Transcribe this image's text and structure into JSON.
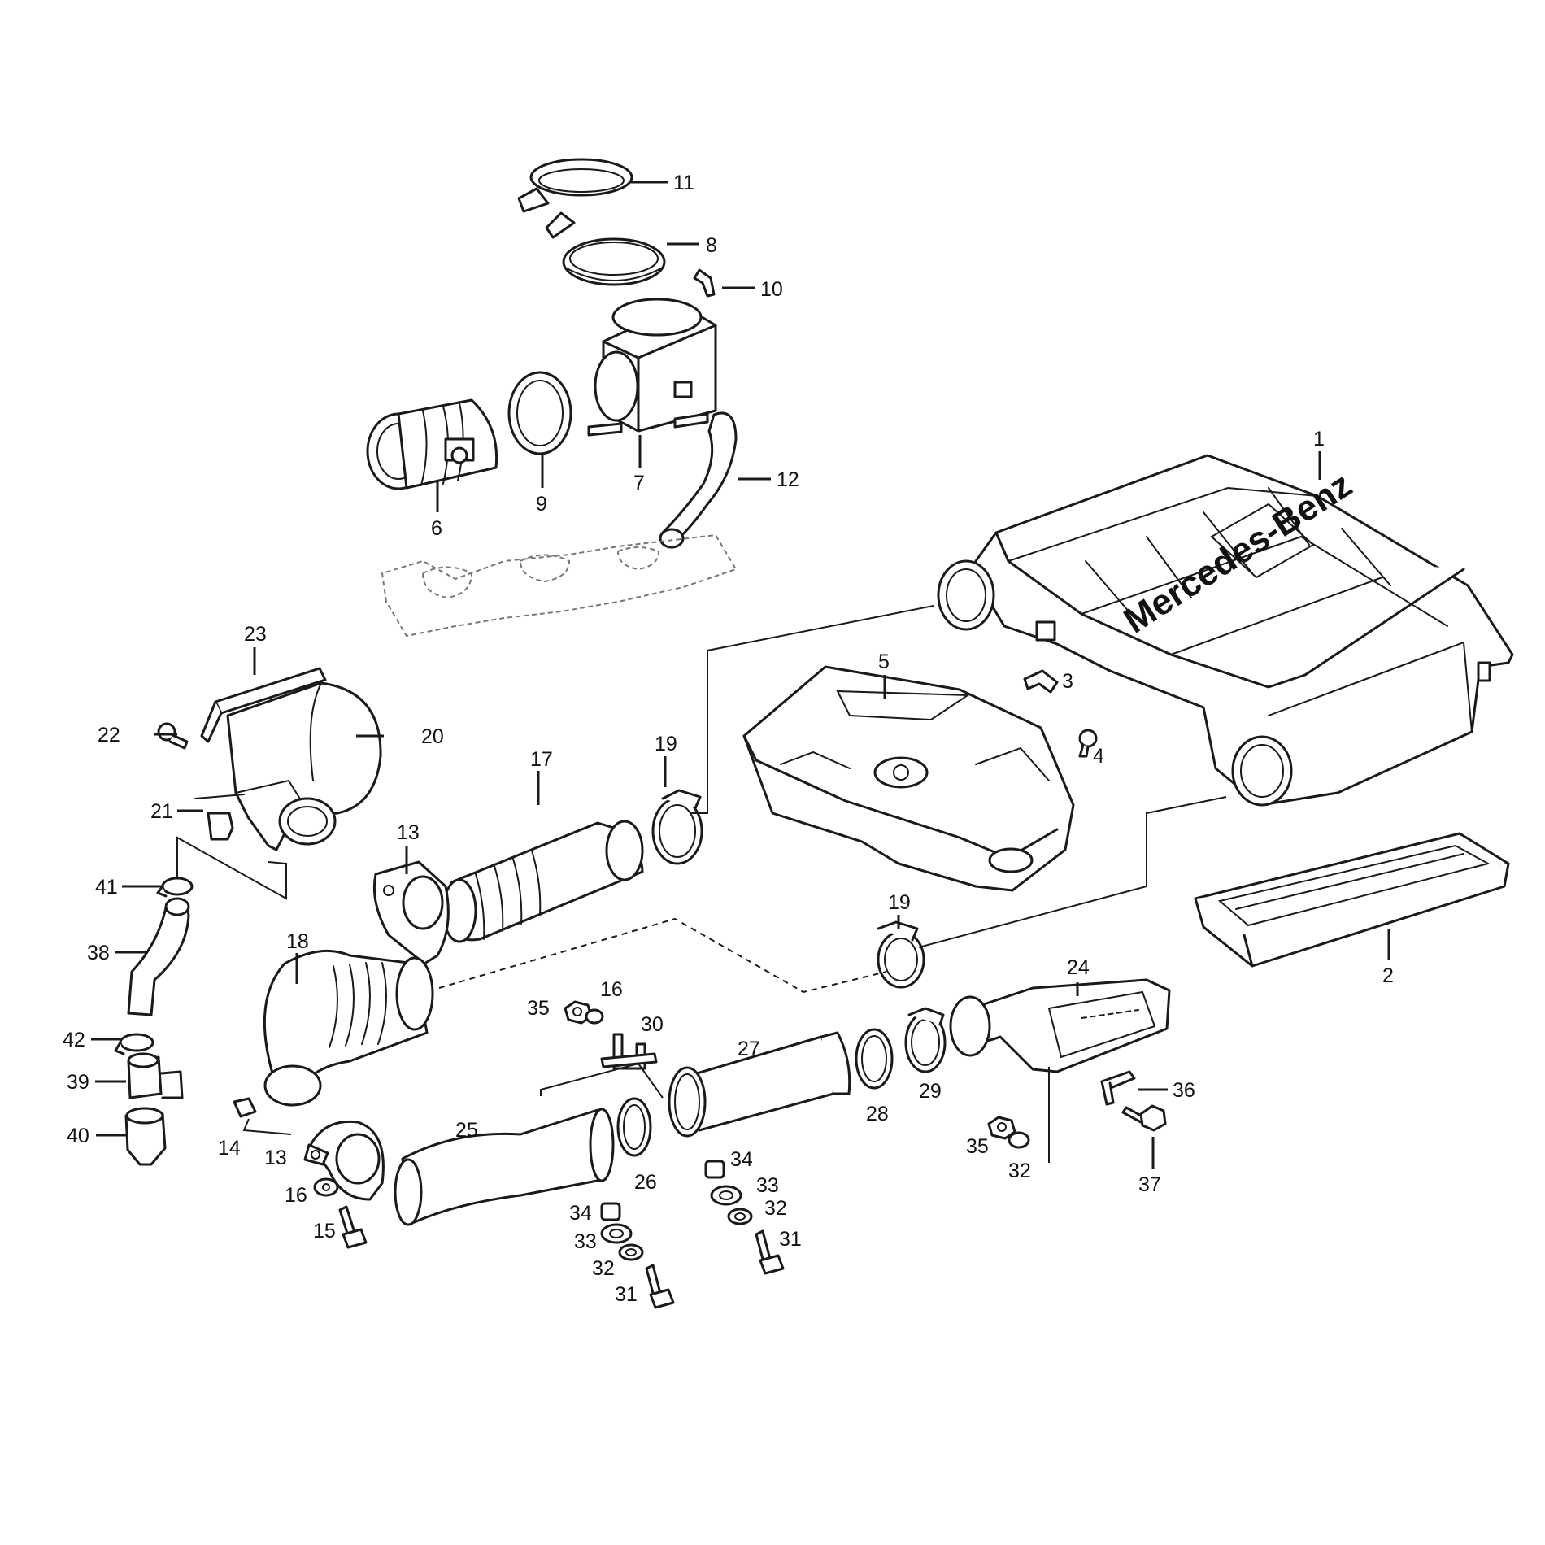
{
  "diagram": {
    "brand_text": "Mercedes-Benz",
    "callouts": [
      {
        "id": "c11",
        "text": "11"
      },
      {
        "id": "c8",
        "text": "8"
      },
      {
        "id": "c10",
        "text": "10"
      },
      {
        "id": "c6",
        "text": "6"
      },
      {
        "id": "c9",
        "text": "9"
      },
      {
        "id": "c7",
        "text": "7"
      },
      {
        "id": "c12",
        "text": "12"
      },
      {
        "id": "c1",
        "text": "1"
      },
      {
        "id": "c5",
        "text": "5"
      },
      {
        "id": "c3",
        "text": "3"
      },
      {
        "id": "c4",
        "text": "4"
      },
      {
        "id": "c23",
        "text": "23"
      },
      {
        "id": "c22",
        "text": "22"
      },
      {
        "id": "c20",
        "text": "20"
      },
      {
        "id": "c21",
        "text": "21"
      },
      {
        "id": "c17",
        "text": "17"
      },
      {
        "id": "c19a",
        "text": "19"
      },
      {
        "id": "c13a",
        "text": "13"
      },
      {
        "id": "c41",
        "text": "41"
      },
      {
        "id": "c38",
        "text": "38"
      },
      {
        "id": "c42",
        "text": "42"
      },
      {
        "id": "c39",
        "text": "39"
      },
      {
        "id": "c40",
        "text": "40"
      },
      {
        "id": "c18",
        "text": "18"
      },
      {
        "id": "c19b",
        "text": "19"
      },
      {
        "id": "c2",
        "text": "2"
      },
      {
        "id": "c24",
        "text": "24"
      },
      {
        "id": "c35a",
        "text": "35"
      },
      {
        "id": "c16a",
        "text": "16"
      },
      {
        "id": "c30",
        "text": "30"
      },
      {
        "id": "c27",
        "text": "27"
      },
      {
        "id": "c28",
        "text": "28"
      },
      {
        "id": "c29",
        "text": "29"
      },
      {
        "id": "c36",
        "text": "36"
      },
      {
        "id": "c25",
        "text": "25"
      },
      {
        "id": "c14",
        "text": "14"
      },
      {
        "id": "c13b",
        "text": "13"
      },
      {
        "id": "c16b",
        "text": "16"
      },
      {
        "id": "c15",
        "text": "15"
      },
      {
        "id": "c26",
        "text": "26"
      },
      {
        "id": "c34a",
        "text": "34"
      },
      {
        "id": "c33a",
        "text": "33"
      },
      {
        "id": "c32a",
        "text": "32"
      },
      {
        "id": "c31a",
        "text": "31"
      },
      {
        "id": "c34b",
        "text": "34"
      },
      {
        "id": "c33b",
        "text": "33"
      },
      {
        "id": "c32b",
        "text": "32"
      },
      {
        "id": "c31b",
        "text": "31"
      },
      {
        "id": "c35b",
        "text": "35"
      },
      {
        "id": "c32c",
        "text": "32"
      },
      {
        "id": "c37",
        "text": "37"
      }
    ]
  }
}
